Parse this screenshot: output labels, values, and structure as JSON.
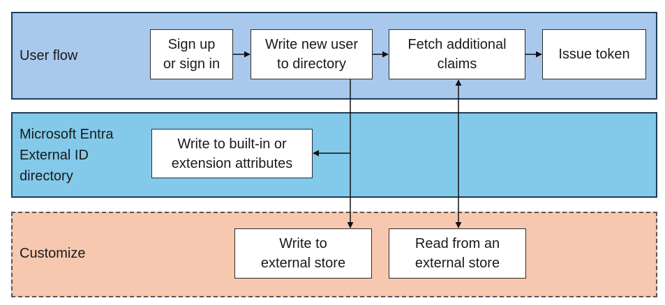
{
  "lanes": {
    "user_flow": "User flow",
    "directory": "Microsoft Entra\nExternal ID\ndirectory",
    "customize": "Customize"
  },
  "nodes": {
    "signup": "Sign up\nor sign in",
    "write_user": "Write new user\nto directory",
    "fetch_claims": "Fetch additional\nclaims",
    "issue_token": "Issue token",
    "write_attributes": "Write to built-in or\nextension attributes",
    "write_external": "Write to\nexternal store",
    "read_external": "Read from an\nexternal store"
  }
}
